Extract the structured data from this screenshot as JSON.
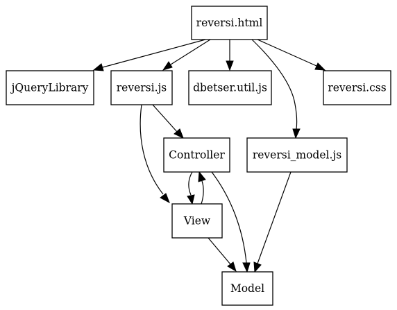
{
  "diagram": {
    "nodes": {
      "reversi_html": "reversi.html",
      "jquery_library": "jQueryLibrary",
      "reversi_js": "reversi.js",
      "dbetser_util_js": "dbetser.util.js",
      "reversi_css": "reversi.css",
      "controller": "Controller",
      "reversi_model_js": "reversi_model.js",
      "view": "View",
      "model": "Model"
    },
    "edges": [
      {
        "from": "reversi.html",
        "to": "jQueryLibrary"
      },
      {
        "from": "reversi.html",
        "to": "reversi.js"
      },
      {
        "from": "reversi.html",
        "to": "dbetser.util.js"
      },
      {
        "from": "reversi.html",
        "to": "reversi.css"
      },
      {
        "from": "reversi.html",
        "to": "reversi_model.js"
      },
      {
        "from": "reversi.js",
        "to": "Controller"
      },
      {
        "from": "reversi.js",
        "to": "View"
      },
      {
        "from": "Controller",
        "to": "View"
      },
      {
        "from": "View",
        "to": "Controller"
      },
      {
        "from": "Controller",
        "to": "Model"
      },
      {
        "from": "View",
        "to": "Model"
      },
      {
        "from": "reversi_model.js",
        "to": "Model"
      }
    ]
  }
}
